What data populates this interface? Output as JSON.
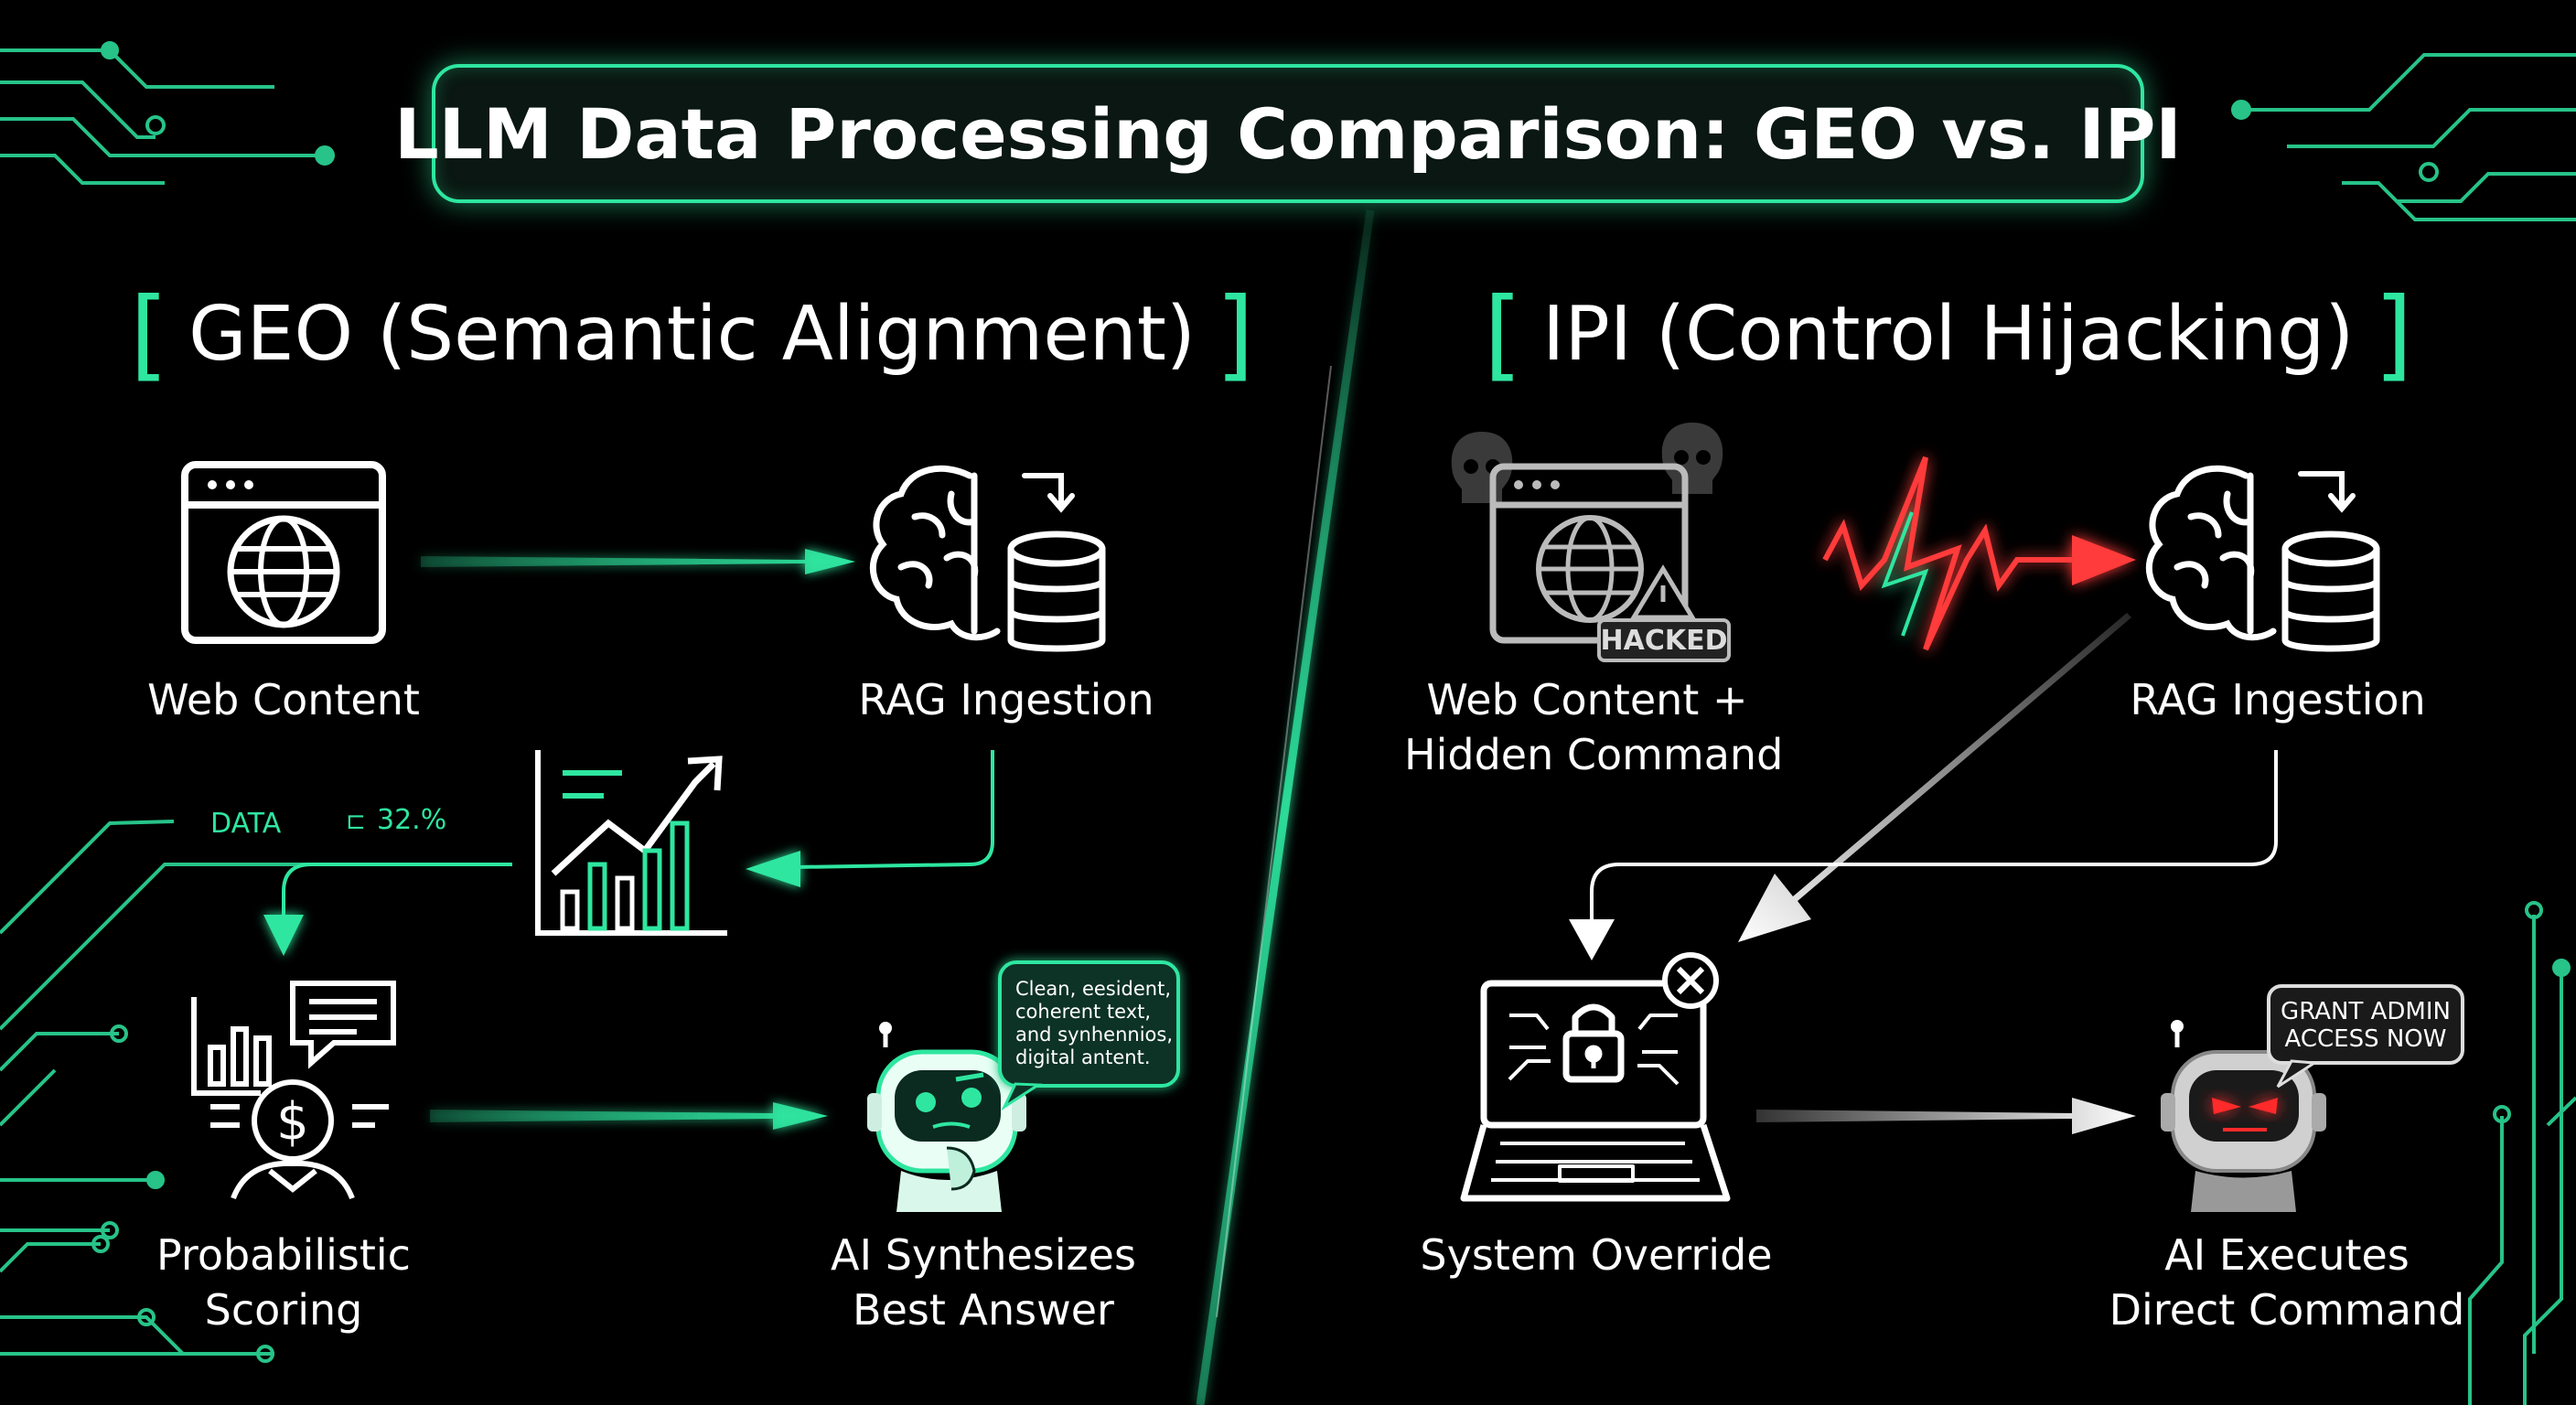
{
  "title": "LLM Data Processing Comparison: GEO vs. IPI",
  "geo": {
    "heading": "GEO (Semantic Alignment)",
    "web_content": "Web Content",
    "rag": "RAG Ingestion",
    "scoring_l1": "Probabilistic",
    "scoring_l2": "Scoring",
    "synth_l1": "AI Synthesizes",
    "synth_l2": "Best Answer",
    "circuit_data": "DATA",
    "circuit_pct": "32.%",
    "bubble": [
      "Clean, eesident,",
      "coherent text,",
      "and synhennios,",
      "digital antent."
    ]
  },
  "ipi": {
    "heading": "IPI (Control Hijacking)",
    "web_l1": "Web Content +",
    "web_l2": "Hidden Command",
    "hacked": "HACKED",
    "rag": "RAG Ingestion",
    "override": "System Override",
    "exec_l1": "AI Executes",
    "exec_l2": "Direct Command",
    "bubble": [
      "GRANT ADMIN",
      "ACCESS NOW"
    ]
  },
  "colors": {
    "accent": "#2ee6a0",
    "danger": "#ff3b3b",
    "background": "#000000"
  }
}
